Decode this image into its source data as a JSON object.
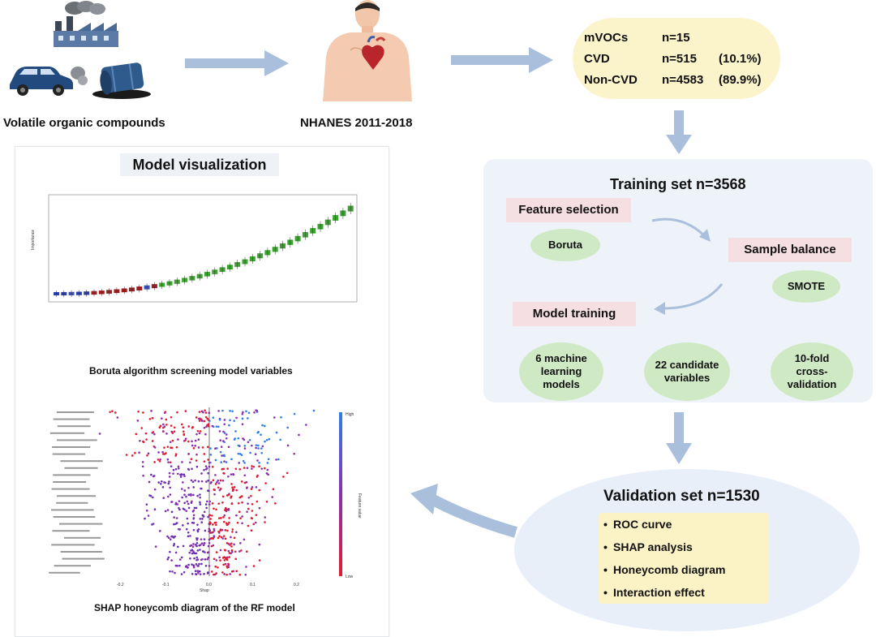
{
  "top_row": {
    "voc_label": "Volatile organic compounds",
    "nhanes_label": "NHANES  2011-2018"
  },
  "stats": {
    "rows": [
      {
        "name": "mVOCs",
        "n": "n=15",
        "pct": ""
      },
      {
        "name": "CVD",
        "n": "n=515",
        "pct": "(10.1%)"
      },
      {
        "name": "Non-CVD",
        "n": "n=4583",
        "pct": "(89.9%)"
      }
    ]
  },
  "training": {
    "title": "Training set n=3568",
    "feature_selection": "Feature selection",
    "boruta": "Boruta",
    "sample_balance": "Sample balance",
    "smote": "SMOTE",
    "model_training": "Model training",
    "models": "6 machine learning models",
    "variables": "22 candidate variables",
    "cv": "10-fold cross-validation"
  },
  "validation": {
    "title": "Validation set n=1530",
    "items": [
      "ROC curve",
      "SHAP analysis",
      "Honeycomb diagram",
      "Interaction effect"
    ]
  },
  "model_viz": {
    "title": "Model visualization",
    "boruta_caption": "Boruta algorithm screening model variables",
    "shap_caption": "SHAP honeycomb diagram of the RF model"
  },
  "colors": {
    "arrow": "#a9bfdc",
    "stats_bg": "#fbf3c9",
    "training_bg": "#eef3f9",
    "pink": "#f6dfe3",
    "green": "#cfe9c4",
    "validation_bg": "#e9eff9"
  }
}
